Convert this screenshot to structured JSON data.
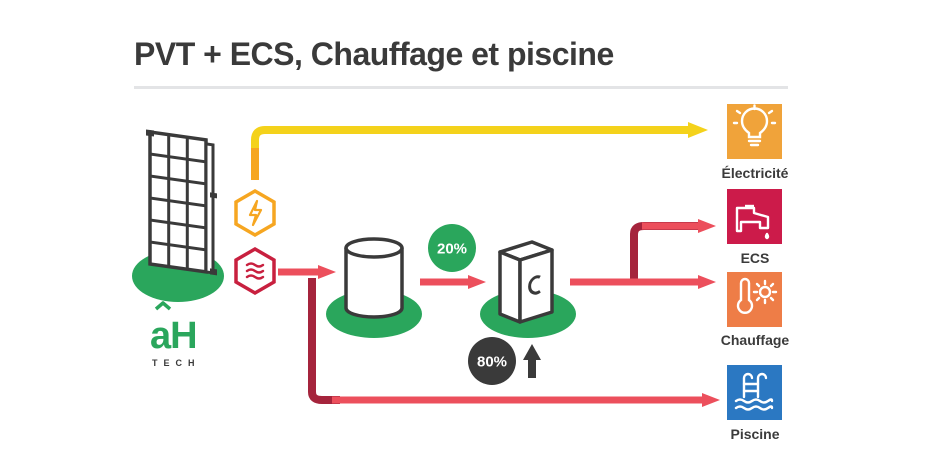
{
  "title": "PVT + ECS, Chauffage et piscine",
  "logo": {
    "mark": "aH",
    "sub": "TECH"
  },
  "badges": {
    "top": "20%",
    "bottom": "80%"
  },
  "outputs": [
    {
      "label": "Électricité",
      "color": "#f0a33a",
      "icon": "light-bulb-icon"
    },
    {
      "label": "ECS",
      "color": "#cc1b4a",
      "icon": "faucet-icon"
    },
    {
      "label": "Chauffage",
      "color": "#ee7d47",
      "icon": "thermometer-sun-icon"
    },
    {
      "label": "Piscine",
      "color": "#2b78c2",
      "icon": "pool-ladder-icon"
    }
  ],
  "colors": {
    "electric_flow": "#f4d21b",
    "electric_hex": "#f6a621",
    "thermal_flow": "#ec4f5c",
    "thermal_dark": "#a5243c",
    "thermal_hex": "#c8203f",
    "ground": "#2aa65c",
    "dark_badge": "#3a3a3a",
    "text": "#3a3a3a"
  }
}
